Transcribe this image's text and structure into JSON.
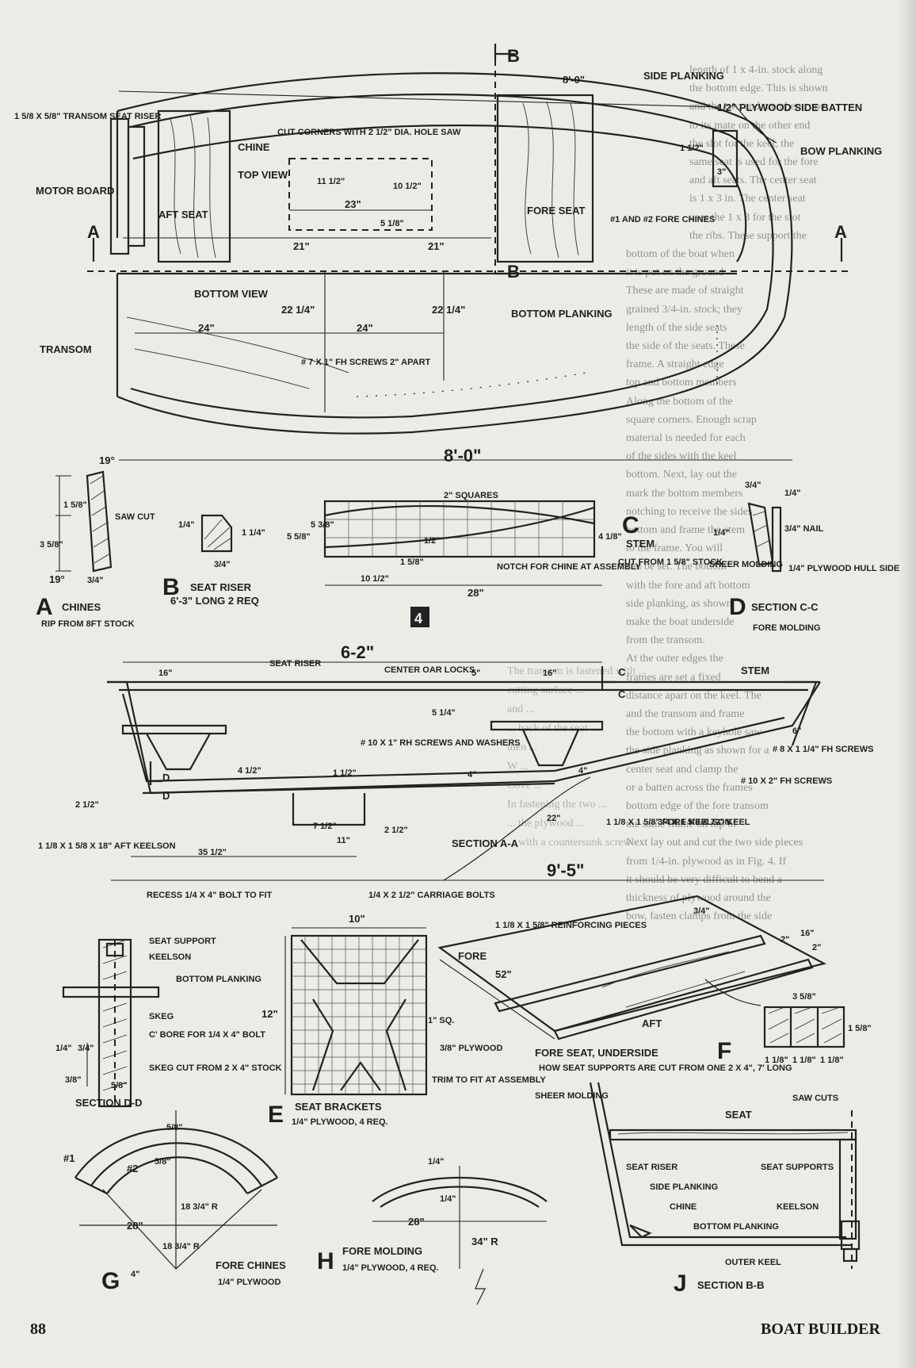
{
  "page": {
    "number": "88",
    "magazine": "BOAT BUILDER",
    "fig_number": "4"
  },
  "right_text": [
    "length of 1 x 4-in. stock along",
    "the bottom edge. This is shown",
    "and the two end members, one",
    "to its mate on the other end",
    "the slot for the keel, the",
    "same seat is used for the fore",
    "and aft seats. The center seat",
    "is 1 x 3 in. The center seat",
    "uses the 1 x 3 for the slot",
    "the ribs. These support the",
    "bottom of the boat when",
    "it is put on the ground",
    "These are made of straight",
    "grained 3/4-in. stock; they",
    "length of the side seats",
    "the side of the seats. These",
    "frame. A straight edge",
    "top and bottom members",
    "Along the bottom of the",
    "square corners. Enough scrap",
    "material is needed for each",
    "of the sides with the keel",
    "bottom. Next, lay out the",
    "mark the bottom members",
    "notching to receive the sides",
    "bottom and frame the stem",
    "to the frame. You will",
    "can be set. The bottom",
    "with the fore and aft bottom",
    "side planking, as shown",
    "make the boat underside",
    "from the transom.",
    "At the outer edges the",
    "frames are set a fixed",
    "distance apart on the keel. The",
    "and the transom and frame",
    "the bottom with a keyhole saw",
    "the side planking as shown for a",
    "center seat and clamp the",
    "or a batten across the frames",
    "bottom edge of the fore transom",
    "the same frame on top of",
    "Next lay out and cut the two side pieces",
    "from 1/4-in. plywood as in Fig. 4. If",
    "it should be very difficult to bend a",
    "thickness of plywood around the",
    "bow, fasten clamps from the side"
  ],
  "mid_text": [
    "The transom is fastened with ...",
    "cutting surface ...",
    "and ...",
    "... back of the seat ...",
    "then ...",
    "W ...",
    "Cove ...",
    "In fastening the two ...",
    "... the plywood ...",
    "... with a countersunk screw"
  ],
  "labels": {
    "side_planking": "SIDE PLANKING",
    "plywood_side_batten": "1/2\" PLYWOOD SIDE BATTEN",
    "bow_planking": "BOW PLANKING",
    "transom_seat_riser": "1 5/8 X 5/8\" TRANSOM SEAT RISER",
    "motor_board": "MOTOR BOARD",
    "chine": "CHINE",
    "top_view": "TOP VIEW",
    "cut_corners": "CUT CORNERS WITH 2 1/2\" DIA. HOLE SAW",
    "aft_seat": "AFT SEAT",
    "fore_seat": "FORE SEAT",
    "fore_chines": "#1 AND #2 FORE CHINES",
    "bottom_view": "BOTTOM VIEW",
    "bottom_planking": "BOTTOM PLANKING",
    "transom": "TRANSOM",
    "fh_screws": "# 7 X 1\" FH SCREWS 2\" APART",
    "section_b": "B",
    "section_a": "A",
    "length_top": "8'-0\"",
    "length_bottom": "8'-0\"",
    "dim_21_left": "21\"",
    "dim_21_right": "21\"",
    "dim_23": "23\"",
    "dim_11": "11 1/2\"",
    "dim_10": "10 1/2\"",
    "dim_5": "5 1/8\"",
    "dim_22_left": "22 1/4\"",
    "dim_22_right": "22 1/4\"",
    "dim_24_left": "24\"",
    "dim_24_right": "24\"",
    "dim_3": "3\"",
    "dim_1_5": "1 1/2\""
  },
  "parts": {
    "a_title": "CHINES",
    "a_sub": "RIP FROM 8FT STOCK",
    "a_19_top": "19°",
    "a_19_bot": "19°",
    "a_1_5_8": "1 5/8\"",
    "a_3_5_8": "3 5/8\"",
    "a_3_4": "3/4\"",
    "a_saw_cut": "SAW CUT",
    "b_title": "SEAT RISER",
    "b_sub": "6'-3\" LONG 2 REQ",
    "b_1_4": "1/4\"",
    "b_1_1_4": "1 1/4\"",
    "b_3_4": "3/4\"",
    "c_title": "STEM",
    "c_sub": "CUT FROM 1 5/8\" STOCK",
    "c_squares": "2\" SQUARES",
    "c_notch": "NOTCH FOR CHINE AT ASSEMBLY",
    "c_28": "28\"",
    "c_10": "10 1/2\"",
    "c_5_5": "5 5/8\"",
    "c_5_3": "5 3/8\"",
    "c_4_1": "4 1/8\"",
    "c_1_2": "1/2\"",
    "c_1_5": "1 5/8\"",
    "d_title": "SECTION C-C",
    "d_sheer": "SHEER MOLDING",
    "d_nail": "3/4\" NAIL",
    "d_hull": "1/4\" PLYWOOD HULL SIDE",
    "d_3_4": "3/4\"",
    "d_1_4a": "1/4\"",
    "d_1_4b": "1/4\""
  },
  "side": {
    "total_top": "6-2\"",
    "seat_riser": "SEAT RISER",
    "center_oar_locks": "CENTER OAR LOCKS",
    "fore_molding": "FORE MOLDING",
    "stem": "STEM",
    "rh_screws": "# 10 X 1\" RH SCREWS AND WASHERS",
    "fh_8": "# 8 X 1 1/4\" FH SCREWS",
    "fh_10": "# 10 X 2\" FH SCREWS",
    "section_aa": "SECTION A-A",
    "fore_keelson": "1 1/8 X 1 5/8\" FORE KEELSON",
    "keel": "3/4 X 1 5/8 X 72\" KEEL",
    "aft_keelson": "1 1/8 X 1 5/8 X 18\" AFT KEELSON",
    "recess": "RECESS 1/4 X 4\" BOLT TO FIT",
    "carriage": "1/4 X 2 1/2\" CARRIAGE BOLTS",
    "total_bottom": "9'-5\"",
    "d16_left": "16\"",
    "d16_right": "16\"",
    "d5": "5\"",
    "d5_1_4": "5 1/4\"",
    "d4_1_2": "4 1/2\"",
    "d1_1_2": "1 1/2\"",
    "d4a": "4\"",
    "d4b": "4\"",
    "d6": "6\"",
    "d2_1_2": "2 1/2\"",
    "d7_1_2": "7 1/2\"",
    "d11": "11\"",
    "d2_1_2b": "2 1/2\"",
    "d22": "22\"",
    "d35": "35 1/2\"",
    "c_mark": "C",
    "d_mark": "D"
  },
  "dd": {
    "seat_support": "SEAT SUPPORT",
    "keelson": "KEELSON",
    "bottom_planking": "BOTTOM PLANKING",
    "skeg": "SKEG",
    "cbore": "C' BORE FOR 1/4 X 4\" BOLT",
    "skeg_cut": "SKEG CUT FROM 2 X 4\" STOCK",
    "title": "SECTION D-D",
    "d1_4": "1/4\"",
    "d3_4": "3/4\"",
    "d3_8": "3/8\"",
    "d5_8": "5/8\""
  },
  "brackets": {
    "letter": "E",
    "title": "SEAT BRACKETS",
    "sub": "1/4\" PLYWOOD, 4 REQ.",
    "d10": "10\"",
    "d12": "12\"",
    "sq": "1\" SQ.",
    "ply": "3/8\" PLYWOOD",
    "trim": "TRIM TO FIT AT ASSEMBLY"
  },
  "fore_seat": {
    "reinforcing": "1 1/8 X 1 5/8\" REINFORCING PIECES",
    "fore": "FORE",
    "aft": "AFT",
    "d52": "52\"",
    "d16": "16\"",
    "d2a": "2\"",
    "d2b": "2\"",
    "d3_4": "3/4\"",
    "title": "FORE SEAT, UNDERSIDE"
  },
  "f_part": {
    "letter": "F",
    "desc": "HOW SEAT SUPPORTS ARE CUT FROM ONE 2 X 4\", 7' LONG",
    "d3_5_8": "3 5/8\"",
    "d1_5_8": "1 5/8\"",
    "d1_1_8a": "1 1/8\"",
    "d1_1_8b": "1 1/8\"",
    "d1_1_8c": "1 1/8\"",
    "saw_cuts": "SAW CUTS"
  },
  "g_part": {
    "letter": "G",
    "title": "FORE CHINES",
    "sub": "1/4\" PLYWOOD",
    "n1": "#1",
    "n2": "#2",
    "d5_8a": "5/8\"",
    "d5_8b": "5/8\"",
    "d28": "28\"",
    "r1": "18 3/4\" R",
    "r2": "18 3/4\" R",
    "d4": "4\""
  },
  "h_part": {
    "letter": "H",
    "title": "FORE MOLDING",
    "sub": "1/4\" PLYWOOD, 4 REQ.",
    "d1_4a": "1/4\"",
    "d1_4b": "1/4\"",
    "d28": "28\"",
    "r34": "34\" R"
  },
  "j_part": {
    "letter": "J",
    "title": "SECTION B-B",
    "sheer": "SHEER MOLDING",
    "seat": "SEAT",
    "seat_riser": "SEAT RISER",
    "seat_supports": "SEAT SUPPORTS",
    "side_planking": "SIDE PLANKING",
    "chine": "CHINE",
    "keelson": "KEELSON",
    "bottom_planking": "BOTTOM PLANKING",
    "outer_keel": "OUTER KEEL"
  }
}
